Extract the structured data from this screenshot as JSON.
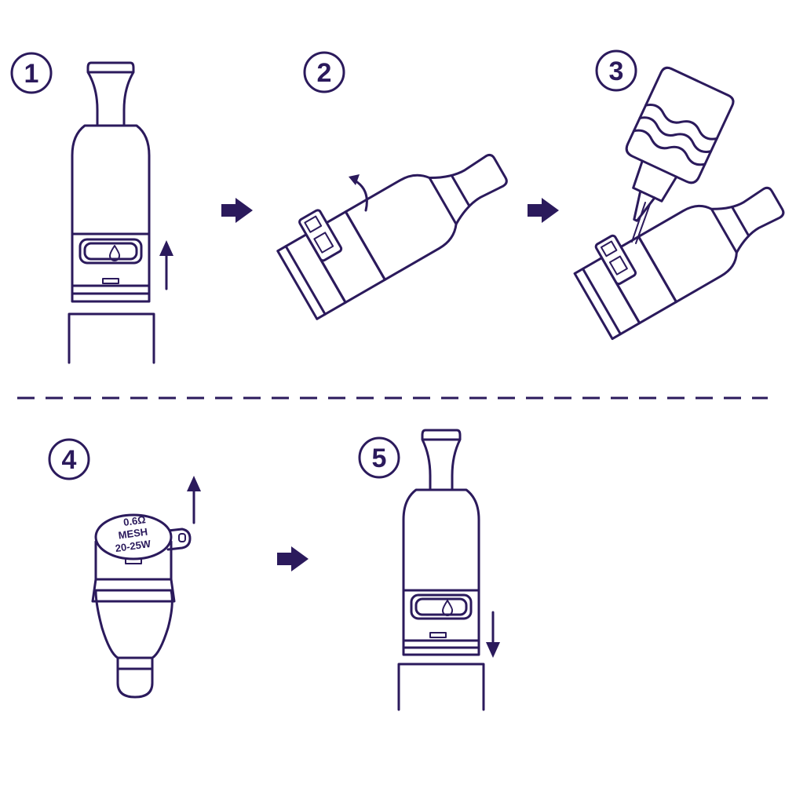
{
  "colors": {
    "ink": "#2b1a5c",
    "background": "#ffffff"
  },
  "steps": [
    {
      "number": "1",
      "icon": "pull-pod-up-icon"
    },
    {
      "number": "2",
      "icon": "open-fill-cap-icon"
    },
    {
      "number": "3",
      "icon": "fill-e-liquid-icon"
    },
    {
      "number": "4",
      "icon": "insert-coil-icon"
    },
    {
      "number": "5",
      "icon": "push-pod-down-icon"
    }
  ],
  "coil_label": {
    "line1": "0.6Ω",
    "line2": "MESH",
    "line3": "20-25W"
  }
}
